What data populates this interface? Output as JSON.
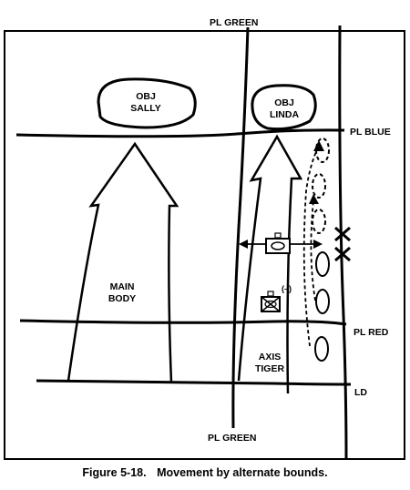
{
  "caption": {
    "figure_number": "Figure 5-18.",
    "figure_title": "Movement by alternate bounds."
  },
  "labels": {
    "pl_green_top": "PL GREEN",
    "pl_green_bottom": "PL GREEN",
    "pl_blue": "PL BLUE",
    "pl_red": "PL RED",
    "ld": "LD",
    "obj_sally_line1": "OBJ",
    "obj_sally_line2": "SALLY",
    "obj_linda_line1": "OBJ",
    "obj_linda_line2": "LINDA",
    "main_body_line1": "MAIN",
    "main_body_line2": "BODY",
    "axis_tiger_line1": "AXIS",
    "axis_tiger_line2": "TIGER",
    "reduced_unit": "(–)",
    "boundary_symbol": "X X"
  }
}
